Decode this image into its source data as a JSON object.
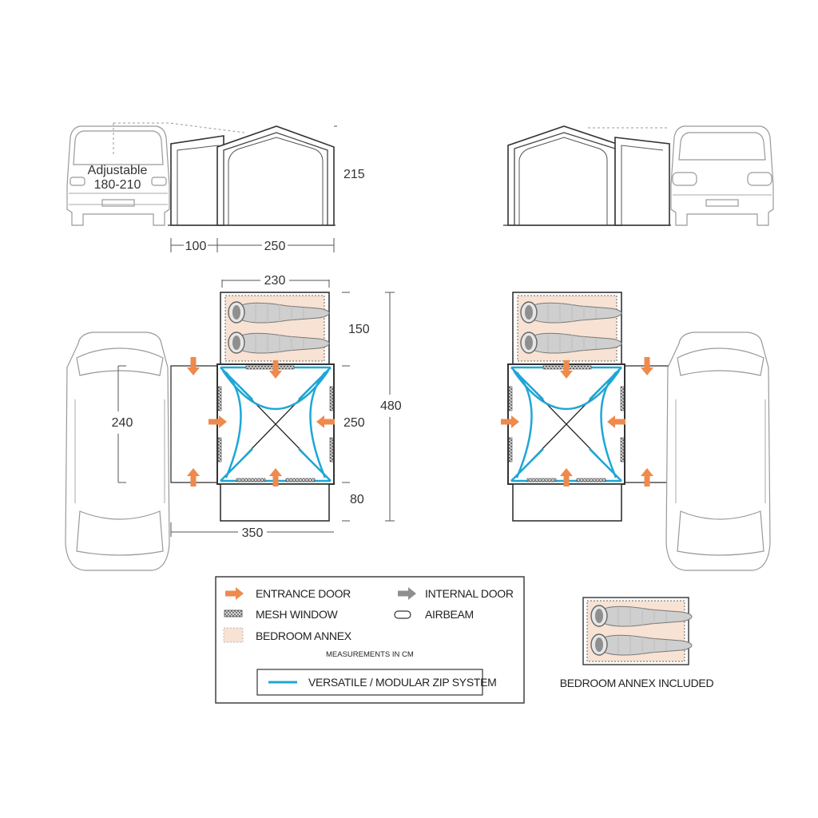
{
  "colors": {
    "entrance_arrow": "#ee8a4c",
    "internal_arrow": "#8f8f8f",
    "zip_line": "#1ea7d6",
    "bedroom_fill": "#f8e2d3",
    "mesh": "#555555"
  },
  "side_view": {
    "adjustable_label_line1": "Adjustable",
    "adjustable_label_line2": "180-210",
    "height": "215",
    "width_annex": "100",
    "width_main": "250"
  },
  "floor_plan": {
    "bedroom_width": "230",
    "bedroom_depth": "150",
    "main_depth": "250",
    "porch_depth": "80",
    "total_depth": "480",
    "car_length": "240",
    "total_width": "350"
  },
  "legend": {
    "entrance_door": "ENTRANCE DOOR",
    "internal_door": "INTERNAL DOOR",
    "mesh_window": "MESH WINDOW",
    "airbeam": "AIRBEAM",
    "bedroom_annex": "BEDROOM ANNEX",
    "measurements": "MEASUREMENTS IN CM",
    "zip_system": "VERSATILE / MODULAR ZIP SYSTEM"
  },
  "bedroom_included": {
    "caption": "BEDROOM ANNEX INCLUDED"
  }
}
